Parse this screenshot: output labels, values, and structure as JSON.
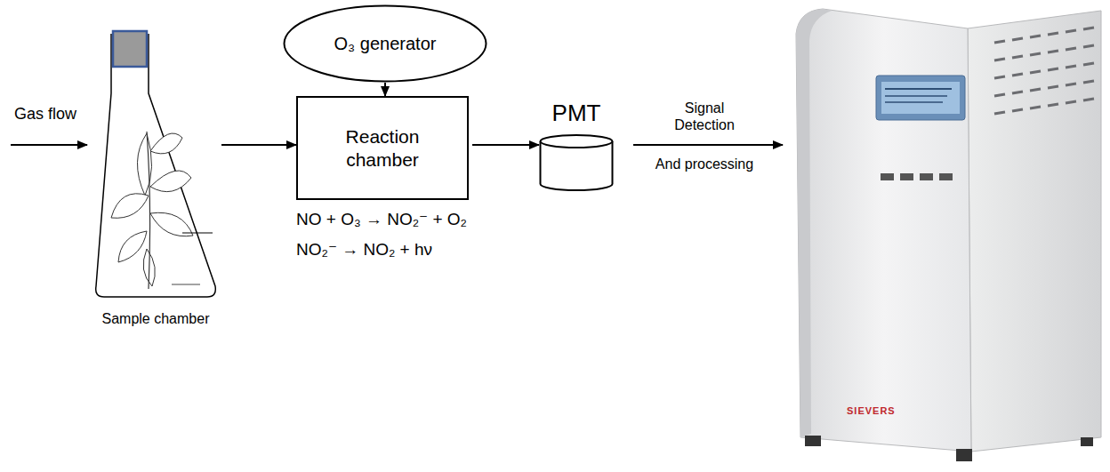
{
  "diagram": {
    "nodes": [
      {
        "text": [
          "O₃ generator"
        ]
      },
      {
        "text": [
          "Sample chamber"
        ]
      },
      {
        "text": [
          "Reaction chamber"
        ]
      },
      {
        "text": [
          "PMT"
        ]
      }
    ],
    "edges": [
      {
        "from": 1,
        "to": 2,
        "arrow": "to"
      },
      {
        "from": 0,
        "to": 2,
        "arrow": "to"
      },
      {
        "from": 2,
        "to": 3,
        "arrow": "to"
      }
    ],
    "labels": [
      "Gas flow",
      "NO + O₃ → NO₂⁻ + O₂",
      "NO₂⁻ → NO₂ + hν",
      "Signal Detection",
      "And processing",
      "SIEVERS"
    ]
  }
}
